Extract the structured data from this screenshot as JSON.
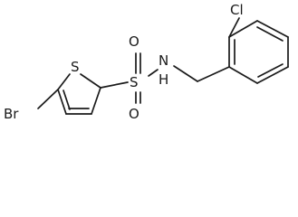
{
  "molecule": {
    "atoms": {
      "bromine": "Br",
      "ring_sulfur": "S",
      "sulfonyl_sulfur": "S",
      "oxygen_top": "O",
      "oxygen_bottom": "O",
      "nitrogen": "N",
      "hydrogen": "H",
      "chlorine": "Cl"
    }
  }
}
